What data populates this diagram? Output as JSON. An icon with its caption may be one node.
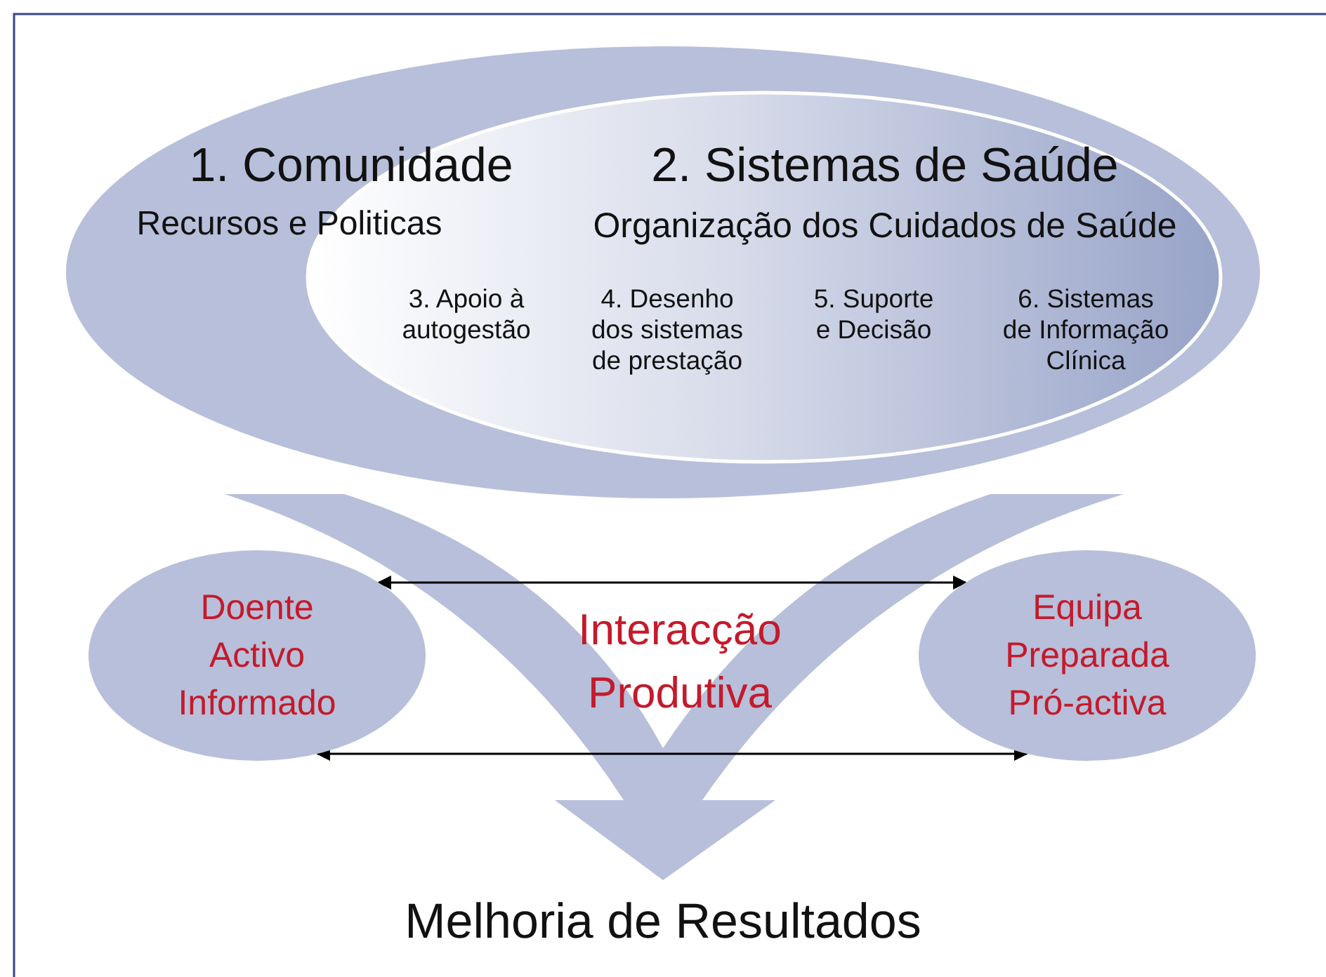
{
  "diagram": {
    "nodes": [
      {
        "text": [
          "1. Comunidade",
          "Recursos e Politicas"
        ]
      },
      {
        "text": [
          "2. Sistemas de Saúde",
          "Organização dos Cuidados de Saúde",
          "3. Apoio à autogestão",
          "4. Desenho dos sistemas de prestação",
          "5. Suporte e Decisão",
          "6. Sistemas de Informação Clínica"
        ],
        "in": 0
      },
      {
        "text": [
          "Doente Activo Informado"
        ]
      },
      {
        "text": [
          "Equipa Preparada Pró-activa"
        ]
      },
      {
        "text": [
          "Melhoria de Resultados"
        ]
      }
    ],
    "edges": [
      {
        "from": 0,
        "to": 4,
        "arrow": "to",
        "style": "thick",
        "color": "#b7bfda"
      },
      {
        "from": 2,
        "to": 3,
        "arrow": "both"
      },
      {
        "from": 2,
        "to": 3,
        "arrow": "both"
      }
    ],
    "labels": [
      "Interacção Produtiva"
    ]
  }
}
